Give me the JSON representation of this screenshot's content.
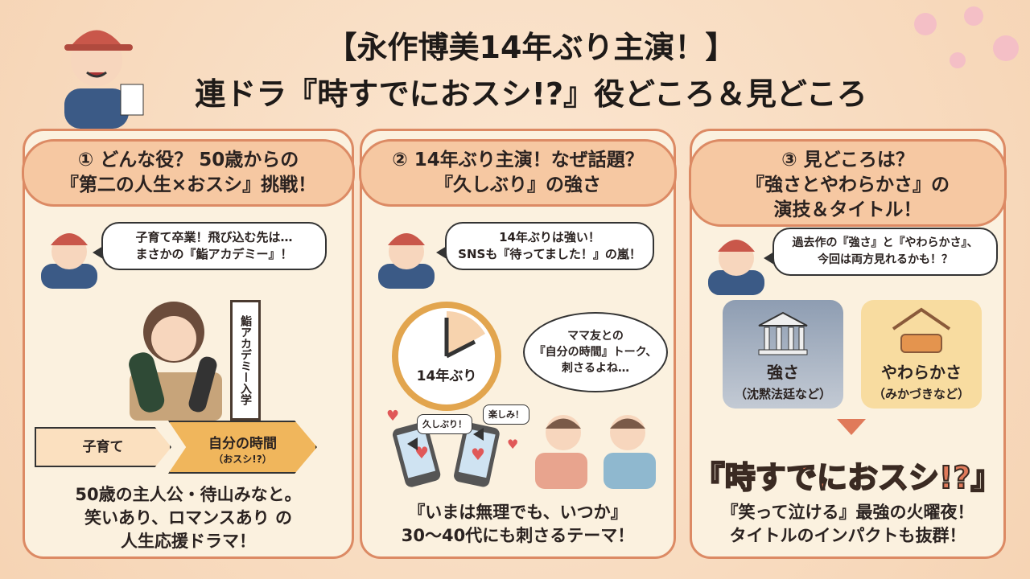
{
  "header": {
    "title_line1": "【永作博美14年ぶり主演！】",
    "title_line2": "連ドラ『時すでにおスシ!?』役どころ＆見どころ"
  },
  "colors": {
    "accent": "#dc8a64",
    "panel_bg": "#fbf1df",
    "header_bg": "#f6c8a2",
    "title_logo": "#e07a5a"
  },
  "panels": [
    {
      "heading_line1": "① どんな役？ 50歳からの",
      "heading_line2": "『第二の人生×おスシ』挑戦！",
      "bubble_line1": "子育て卒業！飛び込む先は…",
      "bubble_line2": "まさかの『鮨アカデミー』！",
      "sign": "鮨アカデミー入学",
      "arrow_from": "子育て",
      "arrow_to": "自分の時間",
      "arrow_to_sub": "（おスシ!?）",
      "bottom_line1": "50歳の主人公・待山みなと。",
      "bottom_line2": "笑いあり、ロマンスあり の",
      "bottom_line3": "人生応援ドラマ！"
    },
    {
      "heading_line1": "② 14年ぶり主演！なぜ話題？",
      "heading_line2": "『久しぶり』の強さ",
      "bubble_line1": "14年ぶりは強い！",
      "bubble_line2": "SNSも『待ってました！』の嵐！",
      "clock_label": "14年ぶり",
      "thought_line1": "ママ友との",
      "thought_line2": "『自分の時間』トーク、",
      "thought_line3": "刺さるよね…",
      "phone1_bubble": "久しぶり！",
      "phone2_bubble": "楽しみ！",
      "bottom_line1": "『いまは無理でも、いつか』",
      "bottom_line2": "30〜40代にも刺さるテーマ！"
    },
    {
      "heading_line1": "③ 見どころは？",
      "heading_line2": "『強さとやわらかさ』の",
      "heading_line3": "演技＆タイトル！",
      "bubble_line1": "過去作の『強さ』と『やわらかさ』、",
      "bubble_line2": "今回は両方見れるかも！？",
      "card1_title": "強さ",
      "card1_sub": "（沈黙法廷など）",
      "card2_title": "やわらかさ",
      "card2_sub": "（みかづきなど）",
      "drama_title": "『時すでにおスシ!?』",
      "bottom_line1": "『笑って泣ける』最強の火曜夜！",
      "bottom_line2": "タイトルのインパクトも抜群！"
    }
  ]
}
